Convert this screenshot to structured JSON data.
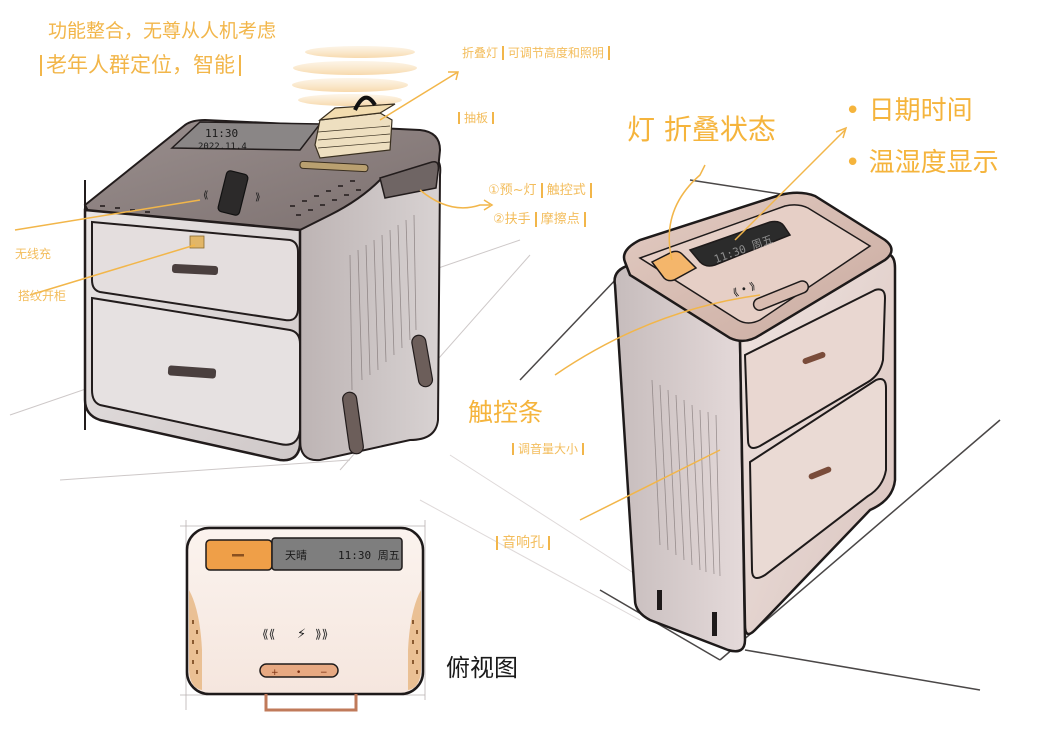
{
  "sketch": {
    "title_note": {
      "line1": "功能整合，无尊从人机考虑",
      "line2": "老年人群定位，智能"
    },
    "colors": {
      "annotation": "#f2b64a",
      "ink": "#1e1a1a",
      "left_body": "#c9c2c3",
      "left_top": "#8f8584",
      "right_body": "#e6d7d3",
      "right_top": "#d6b9ae",
      "accent_orange": "#f3b46a",
      "display_dark": "#2b2b2b"
    },
    "left_view": {
      "display_time": "11:30",
      "display_date": "2022.11.4",
      "notes": {
        "folding_lamp": "折叠灯",
        "folding_lamp_detail": "可调节高度和照明",
        "drawer_board": "抽板",
        "item1": "①预~灯",
        "item1_detail": "触控式",
        "item2": "②扶手",
        "item2_detail": "摩擦点",
        "wireless_charge": "无线充",
        "pattern_drawer": "搭纹开柜"
      }
    },
    "right_view": {
      "display_text": "11:30 周五",
      "notes": {
        "lamp_fold_state": "灯 折叠状态",
        "date_time": "日期时间",
        "temp_humidity": "温湿度显示",
        "touch_bar": "触控条",
        "touch_bar_detail": "调音量大小",
        "speaker_hole": "音响孔"
      }
    },
    "top_view": {
      "display_left": "天晴",
      "display_right": "11:30 周五",
      "charge_symbol": "⚡",
      "touch_bar_symbols": [
        "+",
        "•",
        "−"
      ],
      "label": "俯视图"
    }
  }
}
